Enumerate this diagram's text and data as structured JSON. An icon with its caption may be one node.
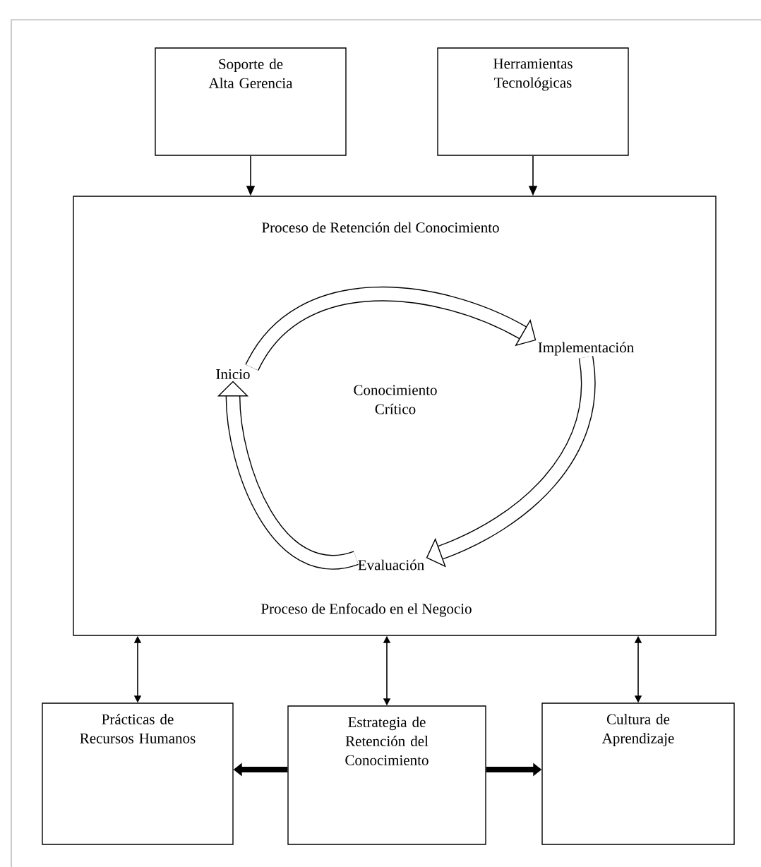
{
  "diagram": {
    "nodes": [
      {
        "text": [
          "Soporte de Alta Gerencia"
        ]
      },
      {
        "text": [
          "Herramientas Tecnológicas"
        ]
      },
      {
        "text": [
          "Proceso de Retención del Conocimiento",
          "Proceso de Enfocado en el Negocio"
        ]
      },
      {
        "text": [
          "Inicio"
        ],
        "in": 2
      },
      {
        "text": [
          "Implementación"
        ],
        "in": 2
      },
      {
        "text": [
          "Evaluación"
        ],
        "in": 2
      },
      {
        "text": [
          "Conocimiento Crítico"
        ],
        "in": 2
      },
      {
        "text": [
          "Prácticas de Recursos Humanos"
        ]
      },
      {
        "text": [
          "Estrategia de Retención del Conocimiento"
        ]
      },
      {
        "text": [
          "Cultura de Aprendizaje"
        ]
      }
    ],
    "edges": [
      {
        "from": 0,
        "to": 2,
        "arrow": "to"
      },
      {
        "from": 1,
        "to": 2,
        "arrow": "to"
      },
      {
        "from": 3,
        "to": 4,
        "arrow": "to",
        "style": "thick"
      },
      {
        "from": 4,
        "to": 5,
        "arrow": "to",
        "style": "thick"
      },
      {
        "from": 5,
        "to": 3,
        "arrow": "to",
        "style": "thick"
      },
      {
        "from": 2,
        "to": 7,
        "arrow": "both"
      },
      {
        "from": 2,
        "to": 8,
        "arrow": "both"
      },
      {
        "from": 2,
        "to": 9,
        "arrow": "both"
      },
      {
        "from": 8,
        "to": 7,
        "arrow": "to",
        "style": "thick"
      },
      {
        "from": 8,
        "to": 9,
        "arrow": "to",
        "style": "thick"
      }
    ]
  }
}
